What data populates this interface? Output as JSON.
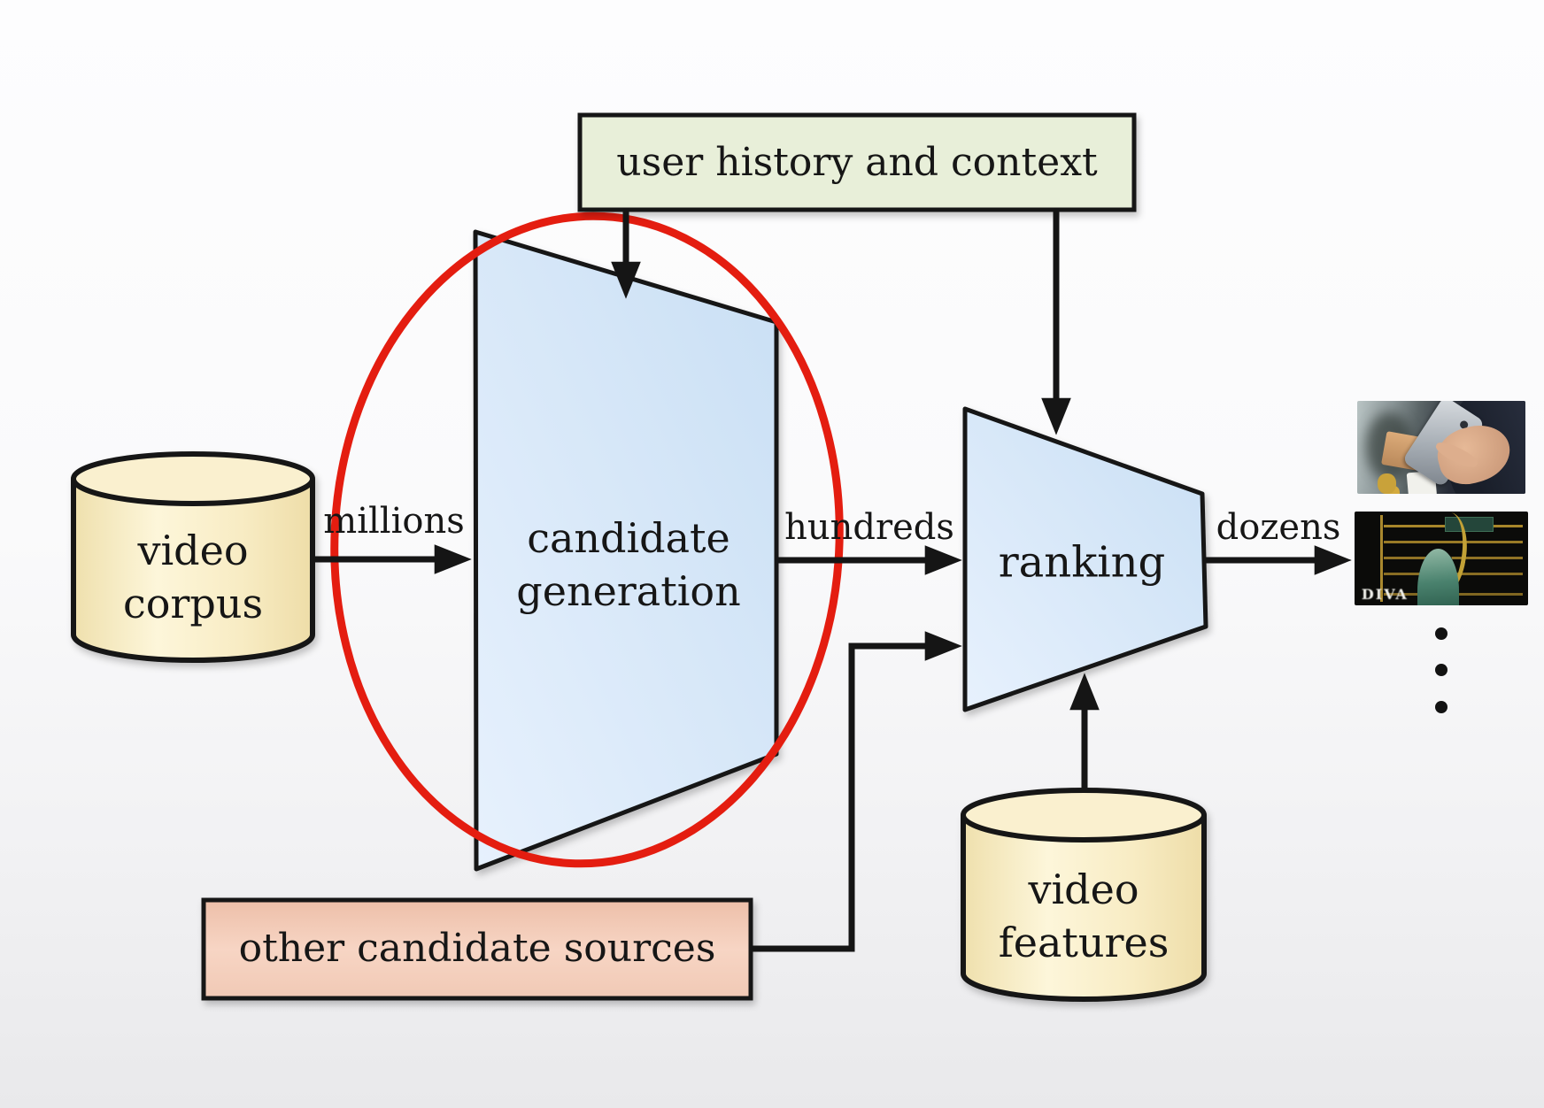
{
  "diagram": {
    "nodes": {
      "user_history": {
        "label": "user history and context"
      },
      "video_corpus": {
        "line1": "video",
        "line2": "corpus"
      },
      "candidate_generation": {
        "line1": "candidate",
        "line2": "generation"
      },
      "ranking": {
        "label": "ranking"
      },
      "video_features": {
        "line1": "video",
        "line2": "features"
      },
      "other_candidate_sources": {
        "label": "other candidate sources"
      }
    },
    "edge_labels": {
      "millions": "millions",
      "hundreds": "hundreds",
      "dozens": "dozens"
    },
    "output": {
      "thumb1_alt": "hands holding a smartphone",
      "thumb2_alt": "dark music-video thumbnail with gold bars and green figure",
      "thumb2_logo": "DIVA",
      "ellipsis_dots": 3
    },
    "colors": {
      "box_green": "#e8efd9",
      "box_pink_top": "#edbfa9",
      "box_pink_mid": "#f7d5c4",
      "box_pink_bottom": "#f1c9b5",
      "funnel_blue_dark": "#c9dff4",
      "funnel_blue_light": "#e7f1fd",
      "cylinder_cream": "#f8ecc4",
      "cylinder_lid": "#faf0cf",
      "highlight_red": "#e41d10",
      "stroke_black": "#151515"
    }
  }
}
